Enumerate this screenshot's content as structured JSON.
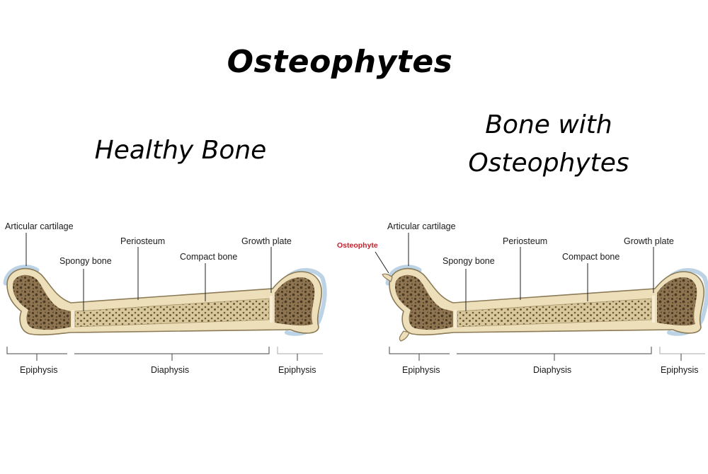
{
  "title": "Osteophytes",
  "left_panel": {
    "heading": "Healthy Bone",
    "labels": {
      "articular_cartilage": "Articular cartilage",
      "periosteum": "Periosteum",
      "growth_plate": "Growth plate",
      "spongy_bone": "Spongy bone",
      "compact_bone": "Compact bone",
      "epiphysis_left": "Epiphysis",
      "diaphysis": "Diaphysis",
      "epiphysis_right": "Epiphysis"
    }
  },
  "right_panel": {
    "heading_line1": "Bone with",
    "heading_line2": "Osteophytes",
    "labels": {
      "osteophyte": "Osteophyte",
      "articular_cartilage": "Articular cartilage",
      "periosteum": "Periosteum",
      "growth_plate": "Growth plate",
      "spongy_bone": "Spongy bone",
      "compact_bone": "Compact bone",
      "epiphysis_left": "Epiphysis",
      "diaphysis": "Diaphysis",
      "epiphysis_right": "Epiphysis"
    }
  },
  "colors": {
    "bone_outer": "#eedfbb",
    "bone_outline": "#8a7a55",
    "spongy_fill": "#8e7550",
    "spongy_dot": "#4a3a26",
    "cartilage": "#bcd3e6",
    "label_red": "#c8202a"
  }
}
